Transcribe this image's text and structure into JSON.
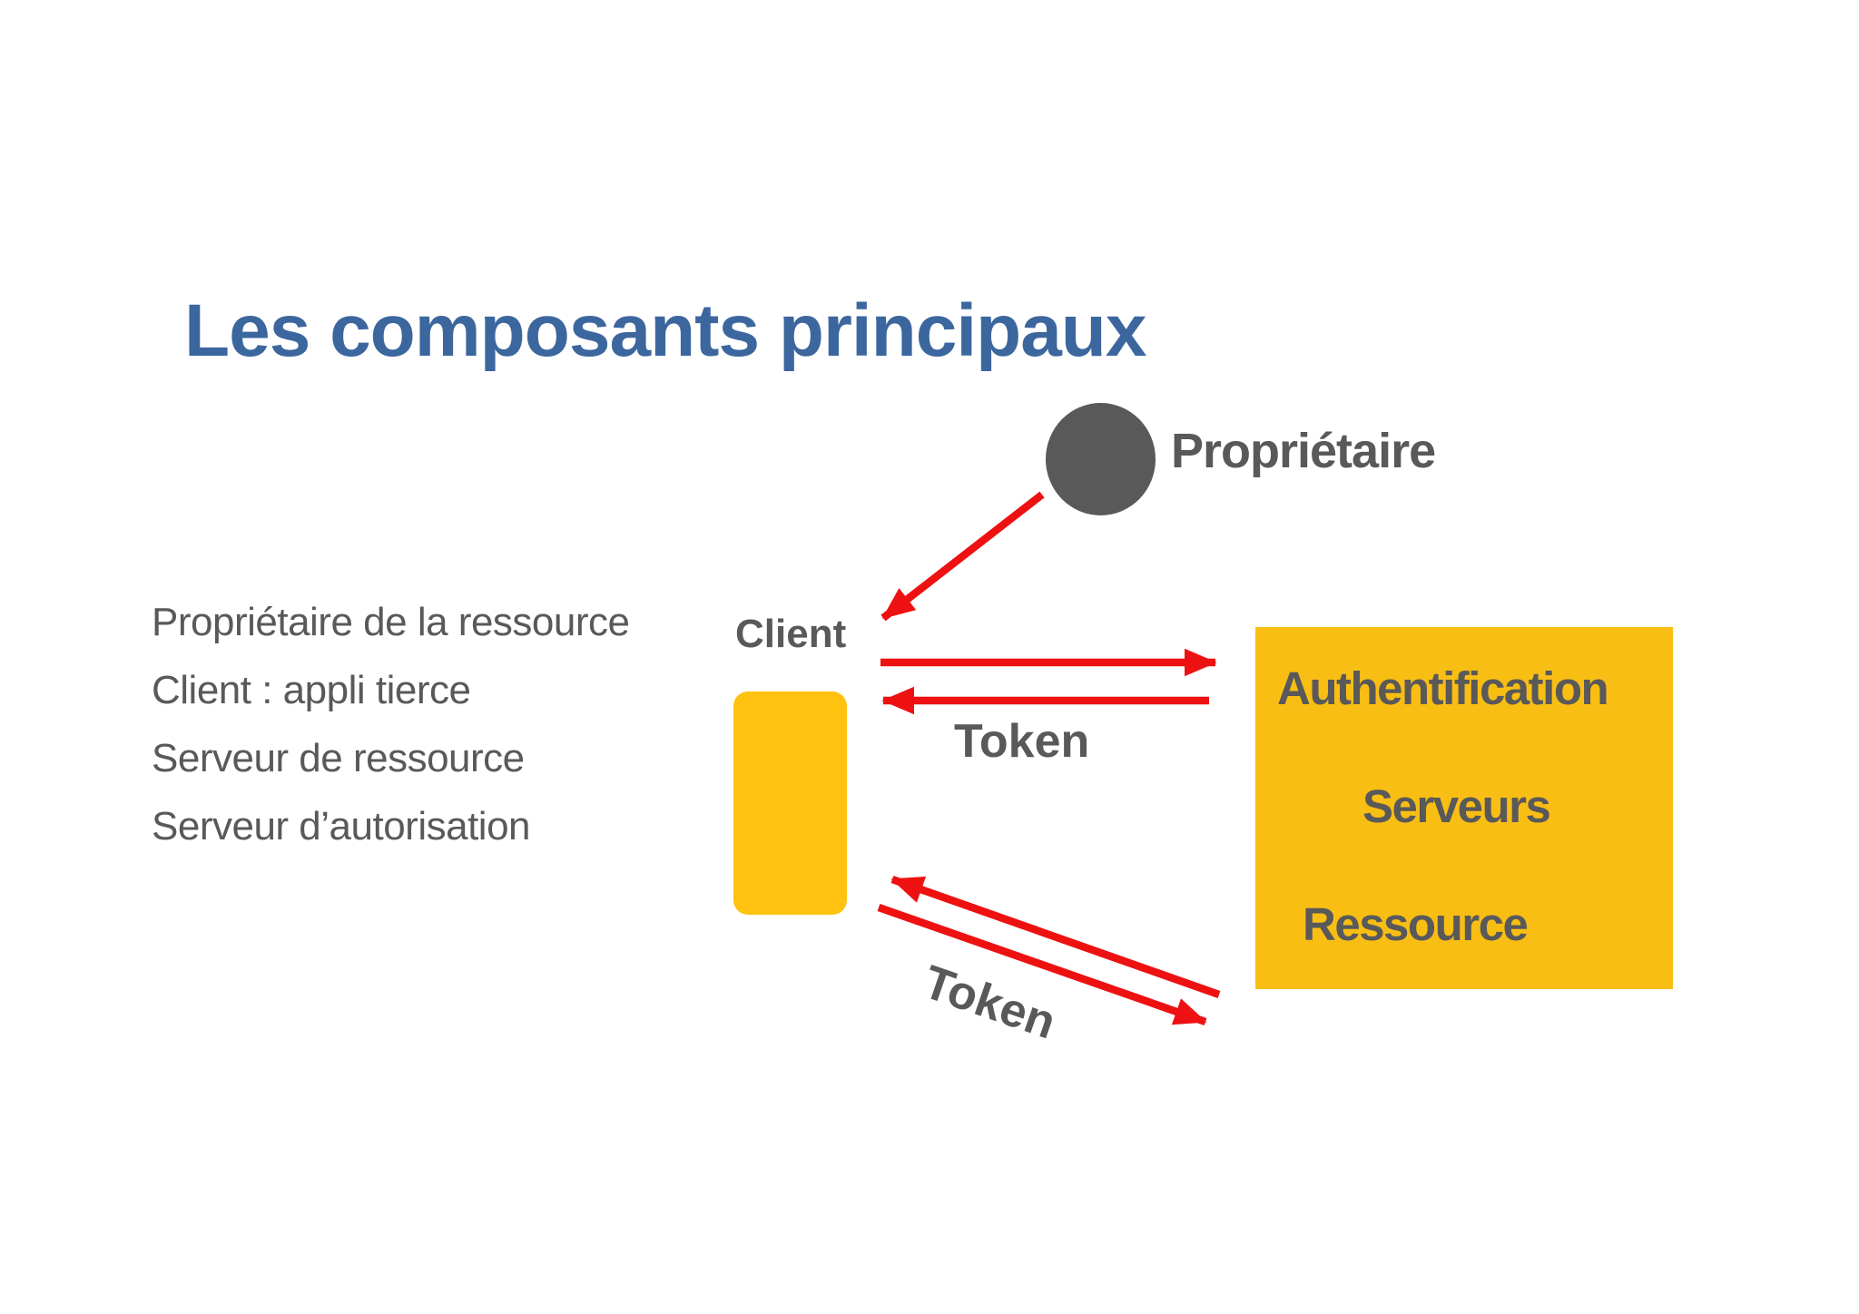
{
  "slide": {
    "title": "Les composants principaux"
  },
  "colors": {
    "background": "#ffffff",
    "title_blue": "#3c669e",
    "text_gray": "#595959",
    "shape_gray": "#595959",
    "arrow_red": "#ee1111",
    "client_yellow": "#ffc20e",
    "box_yellow": "#f9be14"
  },
  "component_list": {
    "items": [
      "Propriétaire de la ressource",
      "Client : appli tierce",
      "Serveur de ressource",
      "Serveur d’autorisation"
    ]
  },
  "diagram": {
    "owner": {
      "label": "Propriétaire",
      "shape": "circle"
    },
    "client": {
      "label": "Client",
      "shape": "rounded-rectangle"
    },
    "auth_box": {
      "shape": "rectangle",
      "lines": [
        "Authentification",
        "Serveurs",
        "Ressource"
      ]
    },
    "tokens": {
      "middle": "Token",
      "bottom": "Token"
    },
    "edges": [
      {
        "from": "proprietaire",
        "to": "client",
        "label": ""
      },
      {
        "from": "client",
        "to": "serveurs",
        "label": ""
      },
      {
        "from": "serveurs",
        "to": "client",
        "label": "Token"
      },
      {
        "from": "serveurs",
        "to": "client",
        "label": "Token"
      },
      {
        "from": "client",
        "to": "serveurs",
        "label": "Token"
      }
    ]
  }
}
